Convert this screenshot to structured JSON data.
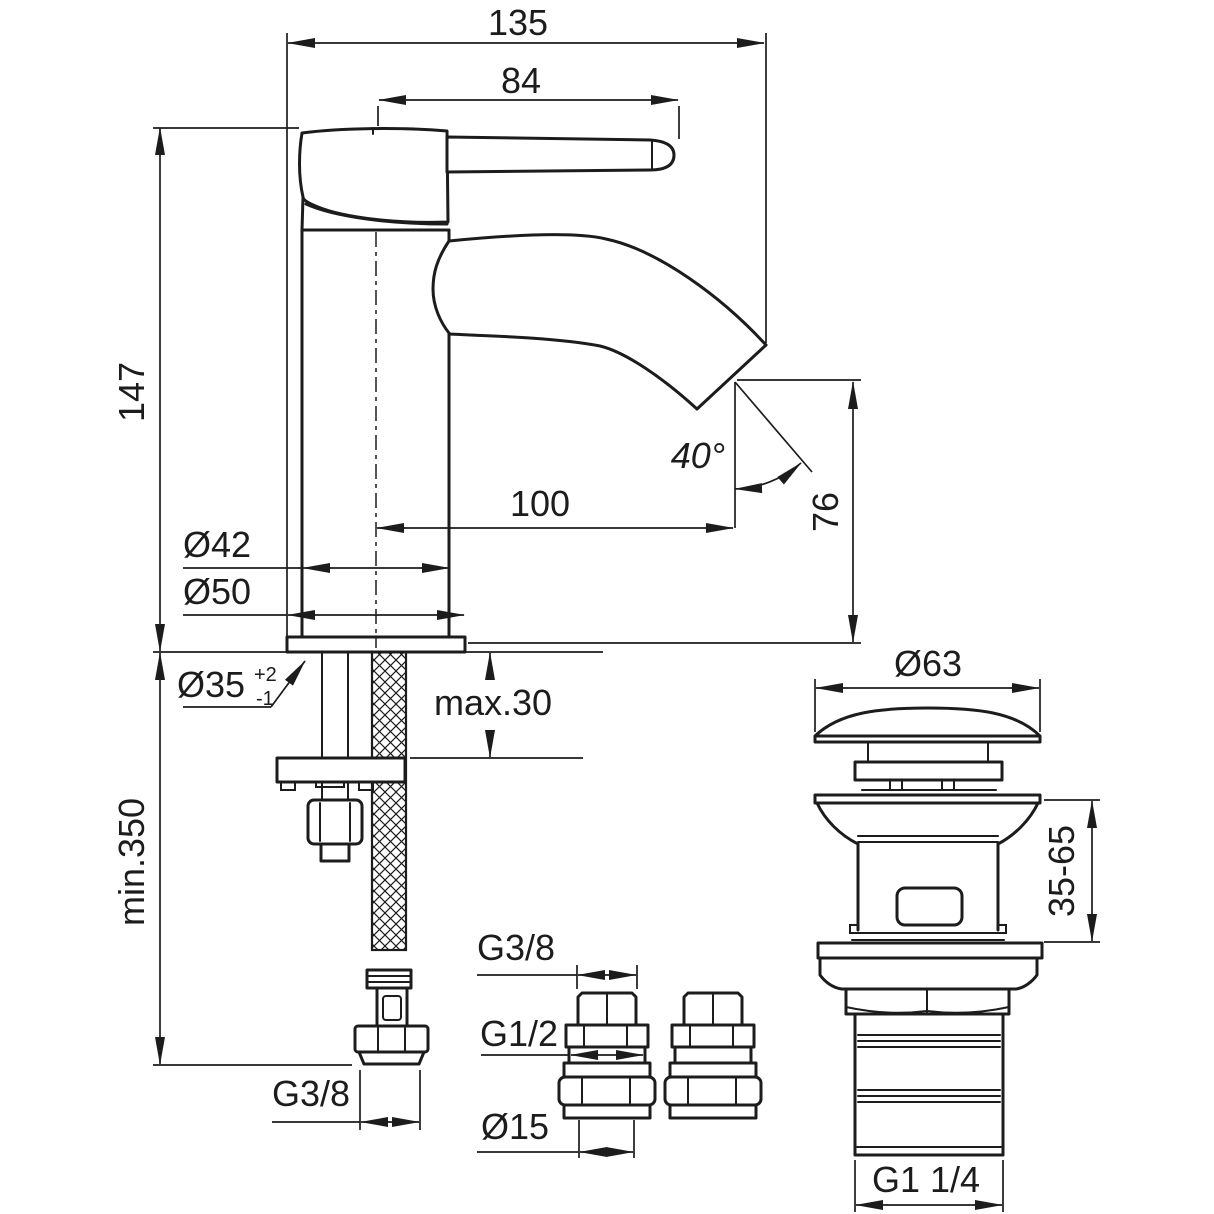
{
  "drawing": {
    "type": "technical-dimension-drawing",
    "colors": {
      "line": "#1c1c1c",
      "background": "#ffffff"
    },
    "faucet": {
      "overall_width": "135",
      "handle_length": "84",
      "height_to_handle_top": "147",
      "spout_reach": "100",
      "spout_angle": "40°",
      "spout_outlet_height": "76",
      "body_diameter": "Ø42",
      "base_diameter": "Ø50",
      "mounting_hole": {
        "diameter": "Ø35",
        "tolerance_plus": "+2",
        "tolerance_minus": "-1"
      },
      "max_deck_thickness": "max.30",
      "supply_hose_min_length": "min.350",
      "supply_hose_thread": "G3/8"
    },
    "adapters": {
      "top_thread": "G3/8",
      "middle_thread": "G1/2",
      "pipe_diameter": "Ø15"
    },
    "pop_up_waste": {
      "cap_diameter": "Ø63",
      "adjust_height_range": "35-65",
      "outlet_thread": "G1 1/4"
    }
  }
}
